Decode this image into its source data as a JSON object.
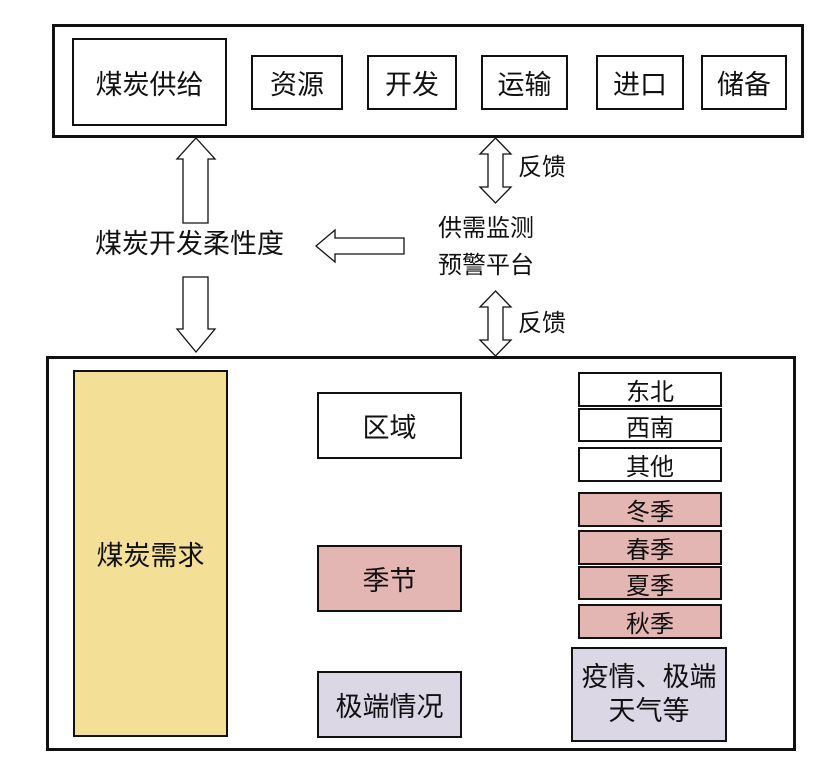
{
  "supply": {
    "title": "煤炭供给",
    "items": [
      "资源",
      "开发",
      "运输",
      "进口",
      "储备"
    ]
  },
  "flexibility_label": "煤炭开发柔性度",
  "platform": {
    "line1": "供需监测",
    "line2": "预警平台",
    "feedback_top": "反馈",
    "feedback_bottom": "反馈"
  },
  "demand": {
    "title": "煤炭需求",
    "region": {
      "label": "区域",
      "items": [
        "东北",
        "西南",
        "其他"
      ]
    },
    "season": {
      "label": "季节",
      "items": [
        "冬季",
        "春季",
        "夏季",
        "秋季"
      ]
    },
    "extreme": {
      "label": "极端情况",
      "detail_line1": "疫情、极端",
      "detail_line2": "天气等"
    }
  },
  "colors": {
    "demand_fill": "#f4df97",
    "season_fill": "#e3b5b3",
    "extreme_fill": "#dcd7e4",
    "stroke": "#111111"
  }
}
